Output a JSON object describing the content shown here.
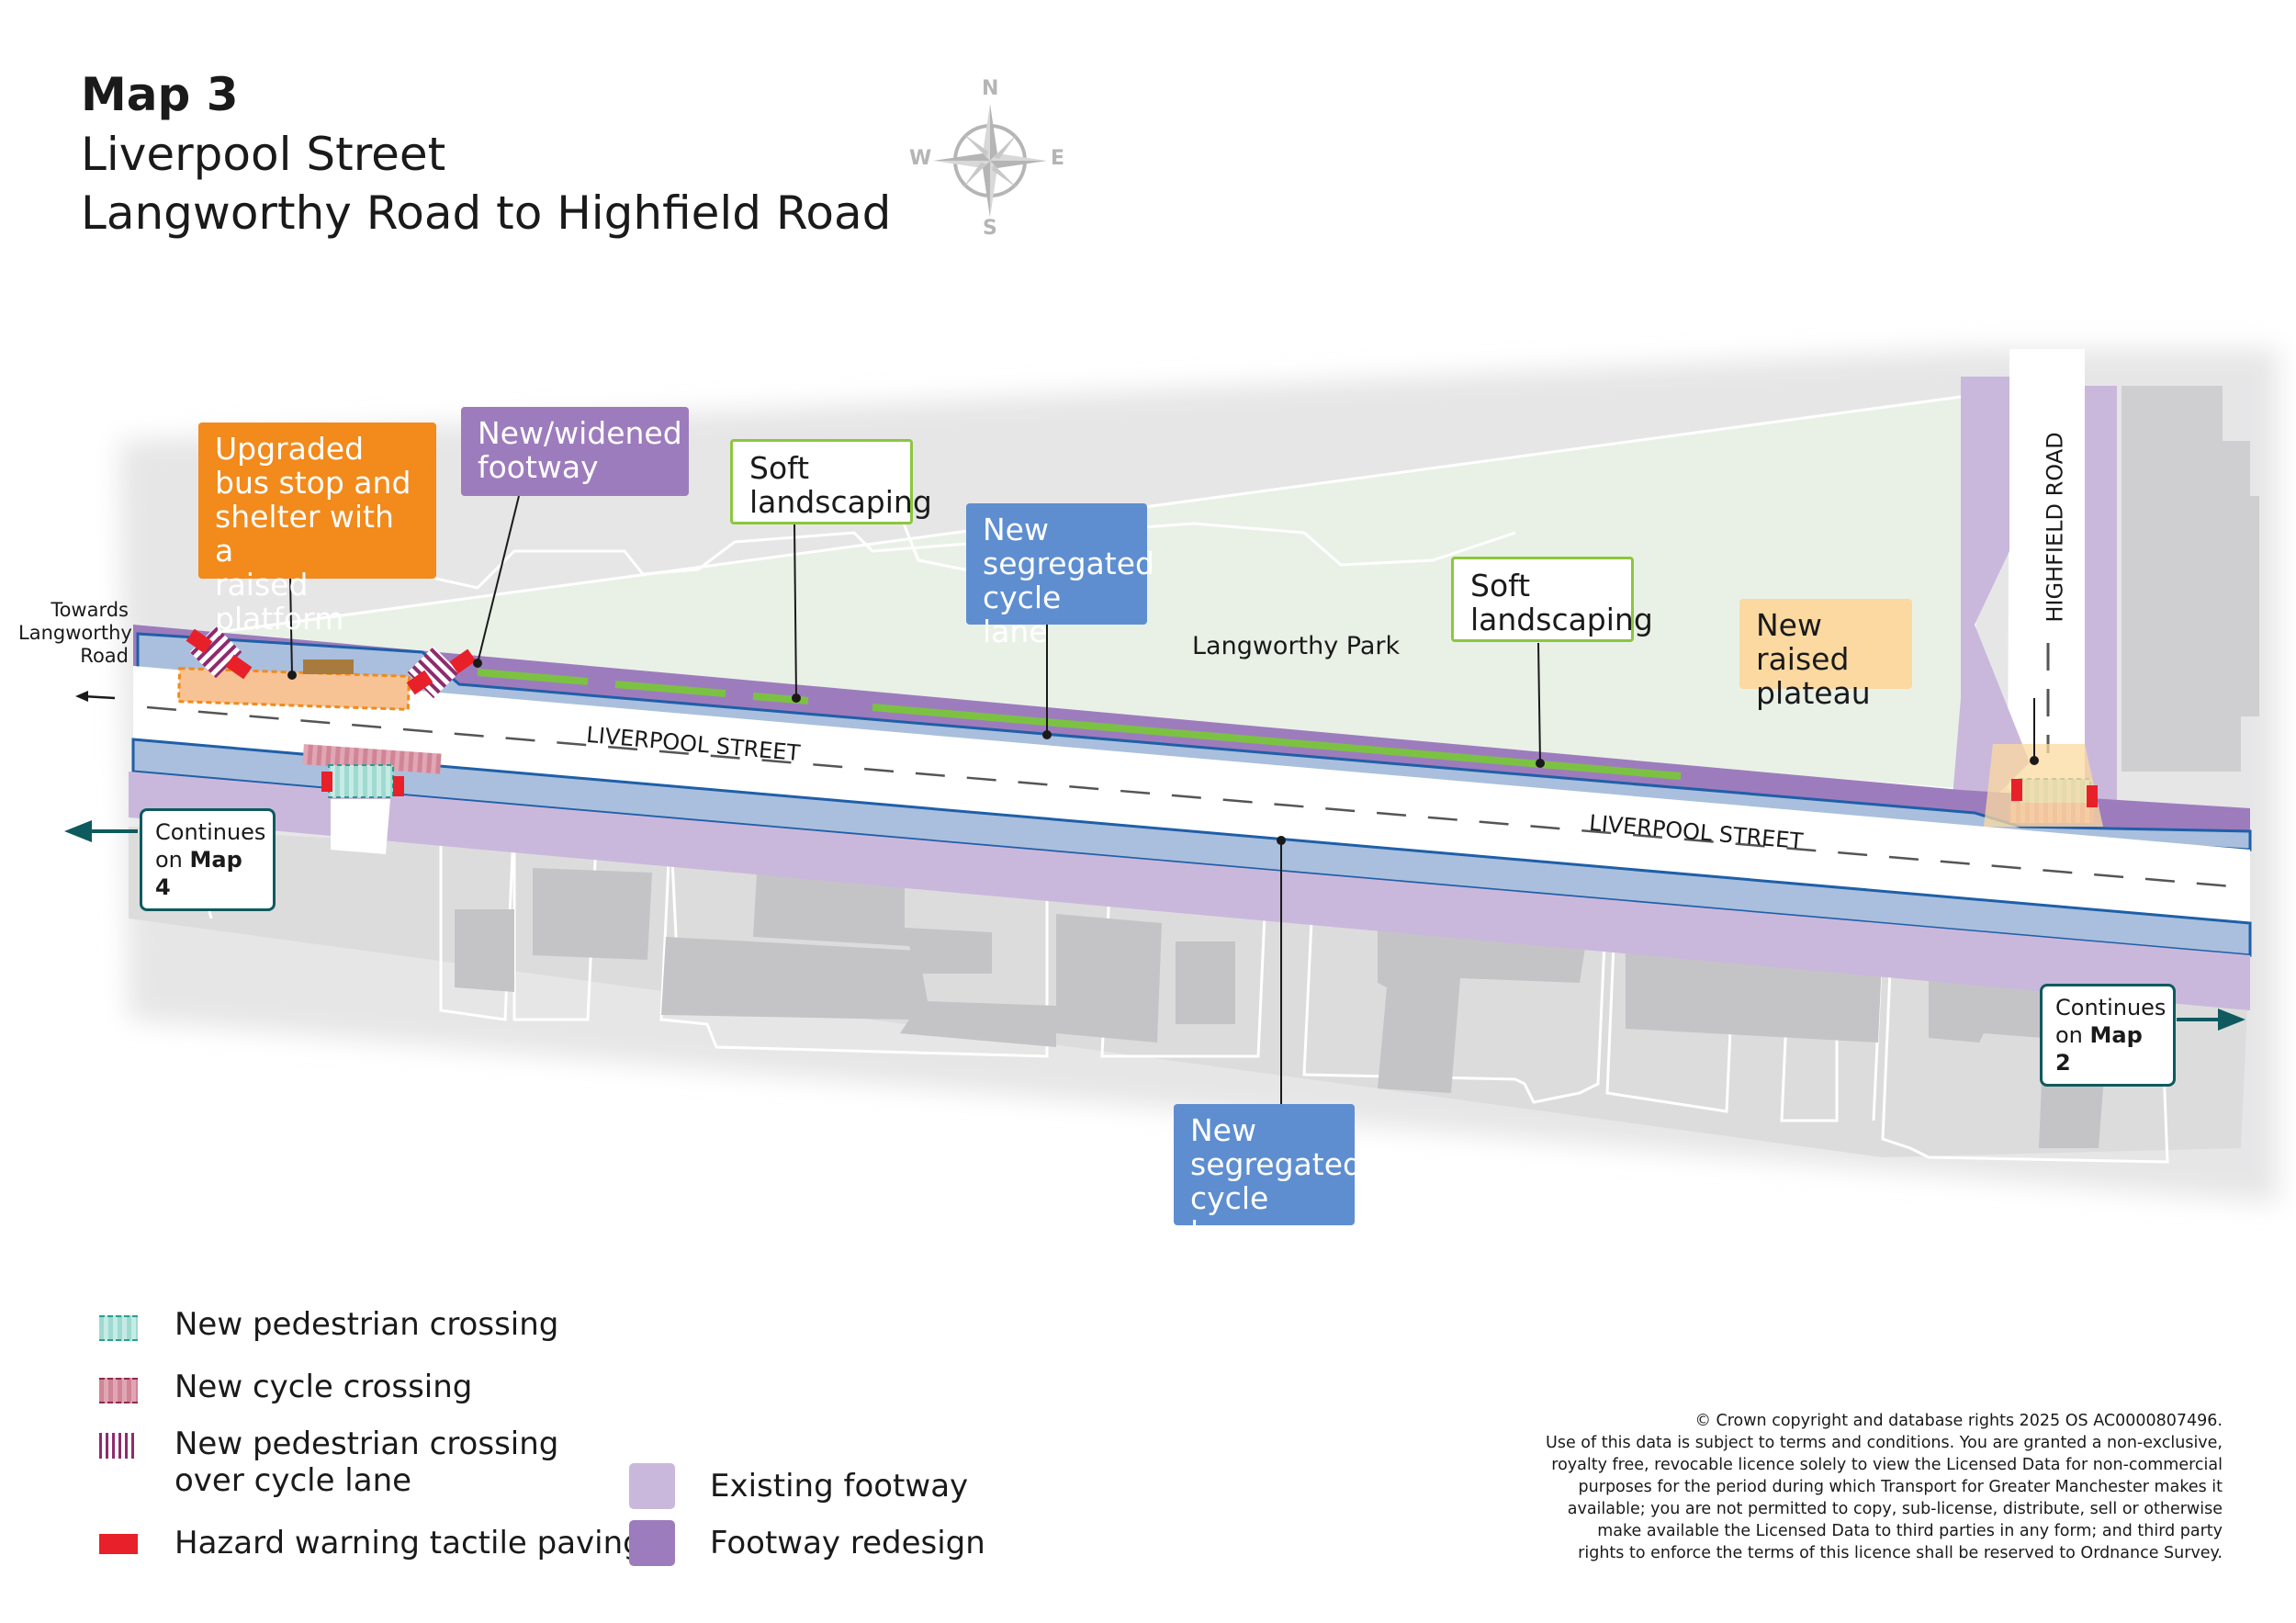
{
  "title": {
    "line1": "Map 3",
    "line2": "Liverpool Street",
    "line3": "Langworthy Road to Highfield Road"
  },
  "compass": {
    "n": "N",
    "s": "S",
    "e": "E",
    "w": "W"
  },
  "map": {
    "place_labels": {
      "towards": "Towards\nLangworthy\nRoad",
      "park": "Langworthy Park",
      "street_left": "LIVERPOOL  STREET",
      "street_right": "LIVERPOOL  STREET",
      "side_road": "HIGHFIELD  ROAD"
    },
    "callouts": {
      "bus_stop": "Upgraded\nbus stop and\nshelter with a\nraised platform",
      "footway": "New/widened\nfootway",
      "soft_1": "Soft\nlandscaping",
      "cycle_north": "New\nsegregated\ncycle lane",
      "soft_2": "Soft\nlandscaping",
      "plateau": "New raised\nplateau",
      "cycle_south": "New\nsegregated\ncycle lane"
    },
    "continues_left": {
      "line1": "Continues",
      "line2_prefix": "on ",
      "map_ref": "Map 4"
    },
    "continues_right": {
      "line1": "Continues",
      "line2_prefix": "on ",
      "map_ref": "Map 2"
    }
  },
  "legend": {
    "ped_crossing": "New pedestrian crossing",
    "cycle_crossing": "New cycle crossing",
    "ped_over_cycle": "New pedestrian crossing\nover cycle lane",
    "tactile": "Hazard warning tactile paving",
    "existing_footway": "Existing footway",
    "footway_redesign": "Footway redesign"
  },
  "colors": {
    "footway_existing": "#c9b8dc",
    "footway_redesign": "#9d7cbd",
    "cycle_lane": "#a9bfdd",
    "cycle_lane_edge": "#1f5fa8",
    "park": "#e9f1e7",
    "buildings": "#c4c4c6",
    "plots": "#dcdcdd",
    "tactile": "#e8202a",
    "ped_crossing": "#9fdad0",
    "cycle_crossing": "#d08597",
    "soft_landscaping": "#7cc242",
    "continues_arrow": "#0e5a5e"
  },
  "copyright": "© Crown copyright and database rights 2025 OS AC0000807496.\nUse of this data is subject to terms and conditions. You are granted a non-exclusive,\nroyalty free, revocable licence solely to view the Licensed Data for non-commercial\npurposes for the period during which Transport for Greater Manchester makes it\navailable; you are not permitted to copy, sub-license, distribute, sell or otherwise\nmake available the Licensed Data to third parties in any form; and third party\nrights to enforce the terms of this licence shall be reserved to Ordnance Survey."
}
